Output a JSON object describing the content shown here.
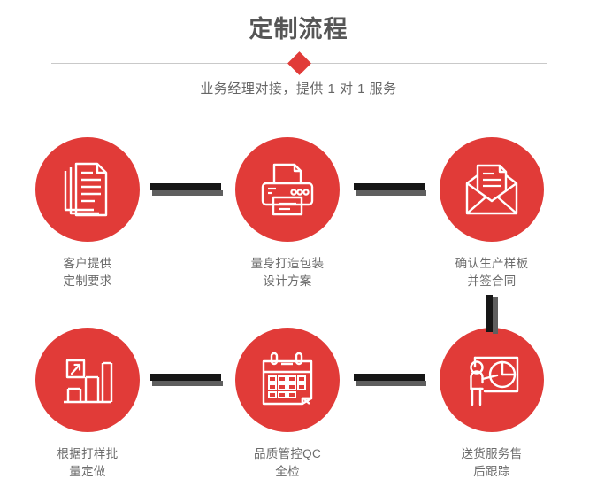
{
  "header": {
    "title": "定制流程",
    "subtitle": "业务经理对接，提供 1 对 1 服务",
    "accent_color": "#e13b38",
    "title_color": "#565656",
    "divider_color": "#c9c9c9"
  },
  "flow": {
    "connector_color": "#161616",
    "connector_shadow_color": "#5f5f5f",
    "steps": [
      {
        "index": "1",
        "icon": "documents-stack-icon",
        "label": "客户提供\n定制要求"
      },
      {
        "index": "2",
        "icon": "printer-icon",
        "label": "量身打造包装\n设计方案"
      },
      {
        "index": "3",
        "icon": "envelope-document-icon",
        "label": "确认生产样板\n并签合同"
      },
      {
        "index": "4",
        "icon": "bar-chart-growth-icon",
        "label": "根据打样批\n量定做"
      },
      {
        "index": "5",
        "icon": "calendar-icon",
        "label": "品质管控QC\n全检"
      },
      {
        "index": "6",
        "icon": "presenter-pie-chart-icon",
        "label": "送货服务售\n后跟踪"
      }
    ]
  }
}
